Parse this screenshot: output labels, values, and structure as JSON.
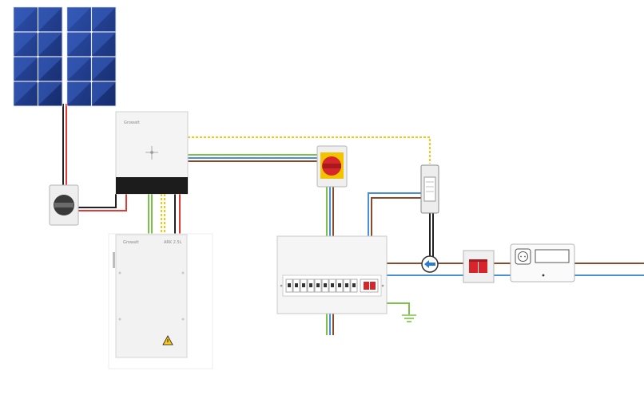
{
  "diagram": {
    "inverter": {
      "brand_text": "Growatt",
      "icon": "inverter-unit"
    },
    "battery": {
      "brand_text": "Growatt",
      "model_text": "ARK 2.5L",
      "warning_icon": "warning-triangle-icon"
    },
    "colors": {
      "dc_positive": "#e53935",
      "dc_negative": "#222222",
      "live": "#8b4a2b",
      "neutral": "#4a90d9",
      "earth": "#7cc24a",
      "comms": "#f5c518",
      "panel_cell": "#1f3a8a",
      "isolator_red": "#d7262b",
      "isolator_yellow": "#f2c300",
      "meter_arrow": "#2b7bd6"
    },
    "icons": {
      "solar": "solar-panel-icon",
      "dc_switch": "dc-isolator-switch-icon",
      "ac_switch": "ac-isolator-switch-icon",
      "ct_clamp": "current-clamp-icon",
      "meter": "smart-meter-icon",
      "earth": "earth-ground-icon",
      "rcd": "rcd-switch-icon",
      "supply_meter": "utility-meter-icon"
    }
  }
}
